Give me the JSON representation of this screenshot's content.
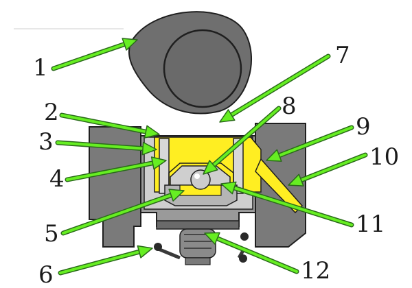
{
  "diagram": {
    "callouts": [
      {
        "id": "1",
        "text": "1"
      },
      {
        "id": "2",
        "text": "2"
      },
      {
        "id": "3",
        "text": "3"
      },
      {
        "id": "4",
        "text": "4"
      },
      {
        "id": "5",
        "text": "5"
      },
      {
        "id": "6",
        "text": "6"
      },
      {
        "id": "7",
        "text": "7"
      },
      {
        "id": "8",
        "text": "8"
      },
      {
        "id": "9",
        "text": "9"
      },
      {
        "id": "10",
        "text": "10"
      },
      {
        "id": "11",
        "text": "11"
      },
      {
        "id": "12",
        "text": "12"
      }
    ],
    "colors": {
      "body": "#7a7a7a",
      "body_outline": "#1f1f1f",
      "cam": "#6f6f6f",
      "hydraulic_fluid": "#ffee22",
      "arrow_fill": "#66ee22",
      "arrow_outline": "#2a6a1a",
      "inner_light": "#d8d8d8"
    }
  }
}
